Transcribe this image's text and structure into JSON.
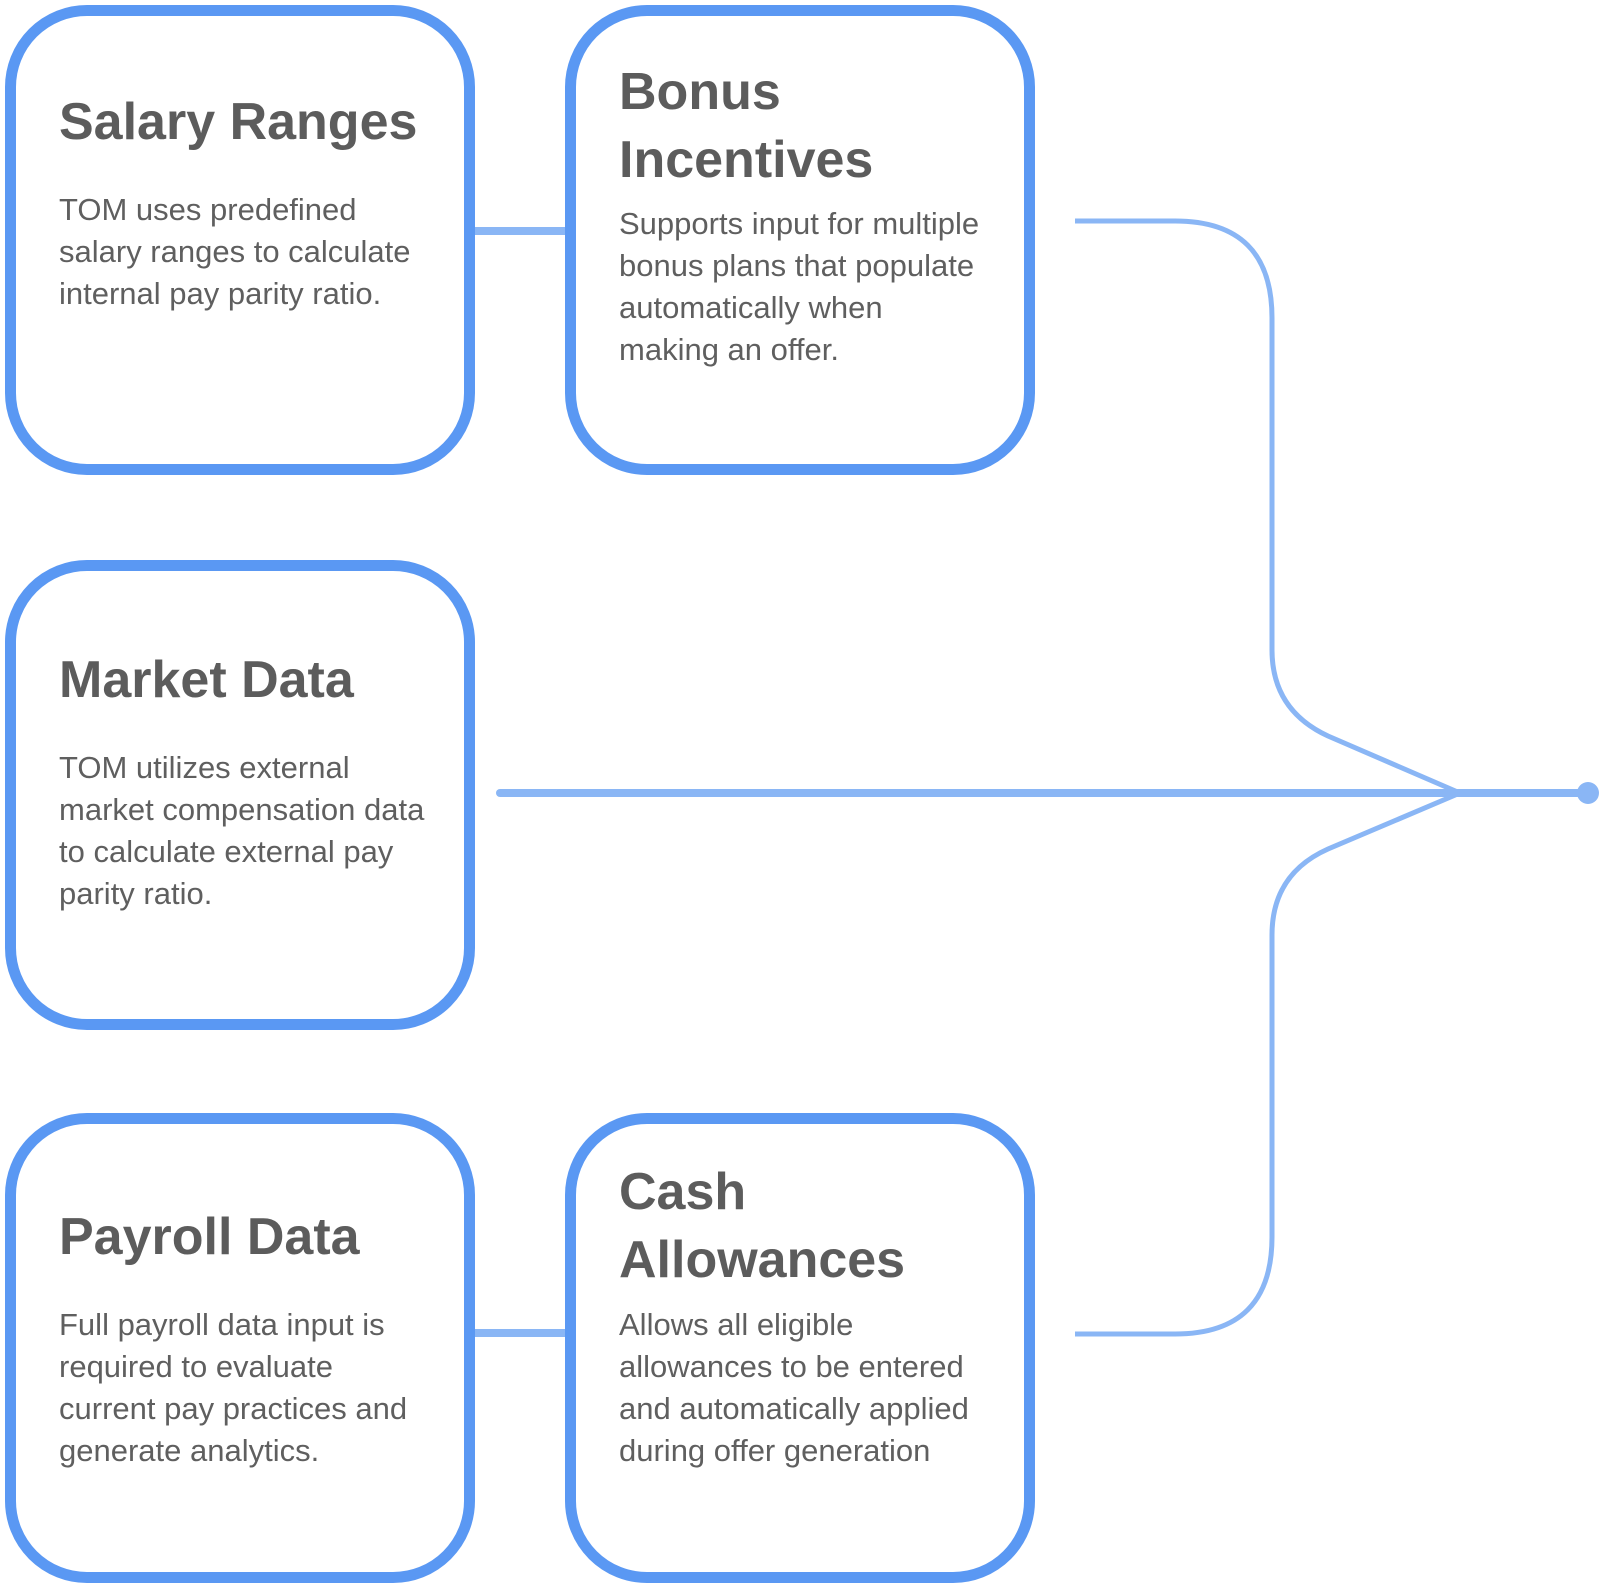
{
  "colors": {
    "card_border": "#5a98f3",
    "connector": "#8ab6f5",
    "title_text": "#5c5c5c",
    "body_text": "#5f5f5f"
  },
  "cards": {
    "salary_ranges": {
      "title": "Salary Ranges",
      "description": "TOM uses predefined salary ranges to calculate internal pay parity ratio."
    },
    "bonus_incentives": {
      "title": "Bonus Incentives",
      "description": "Supports input for multiple bonus plans that populate automatically when making an offer."
    },
    "market_data": {
      "title": "Market Data",
      "description": "TOM utilizes external market compensation data to calculate external pay parity ratio."
    },
    "payroll_data": {
      "title": "Payroll Data",
      "description": "Full payroll data input is required to evaluate current pay practices and generate analytics."
    },
    "cash_allowances": {
      "title": "Cash Allowances",
      "description": "Allows all eligible allowances to be entered and automatically applied during offer generation"
    }
  }
}
